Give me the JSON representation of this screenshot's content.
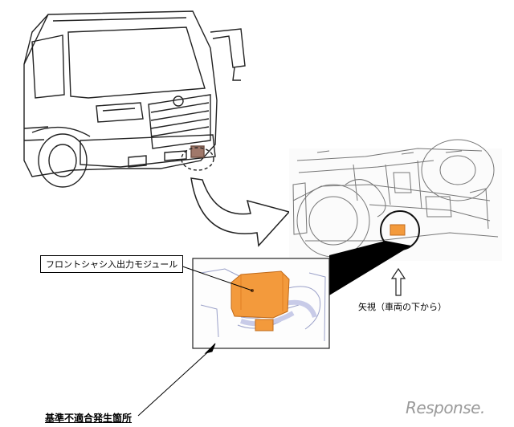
{
  "labels": {
    "module": "フロントシャシ入出力モジュール",
    "view": "矢視（車両の下から）",
    "defect": "基準不適合発生箇所"
  },
  "watermark": "Response.",
  "colors": {
    "module_orange": "#f39a3c",
    "line": "#222222"
  }
}
